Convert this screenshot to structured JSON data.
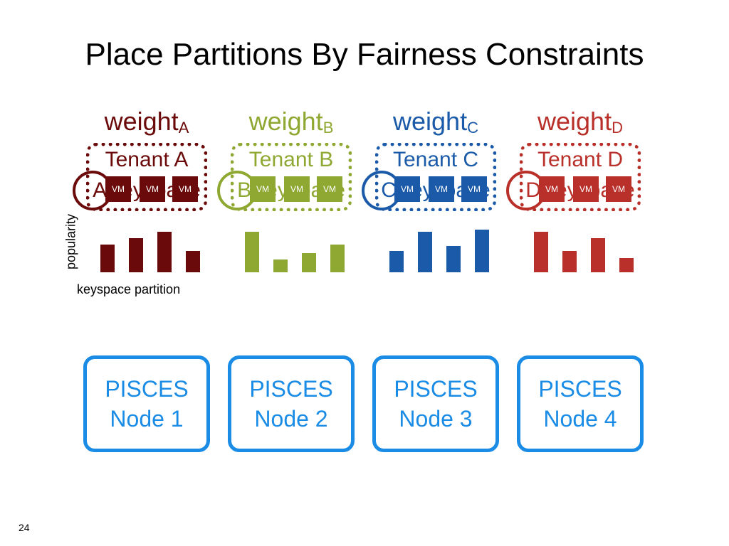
{
  "title": "Place Partitions By Fairness Constraints",
  "page_number": "24",
  "axis": {
    "y_label": "popularity",
    "x_label": "keyspace partition"
  },
  "vm_label": "VM",
  "keyspace_label": "Keyspace",
  "tenants": [
    {
      "weight_text": "weight",
      "weight_sub": "A",
      "tenant_label": "Tenant A",
      "keyspace_prefix": "A",
      "color": "#6b0a0a",
      "popularity": [
        0.65,
        0.8,
        0.95,
        0.5
      ]
    },
    {
      "weight_text": "weight",
      "weight_sub": "B",
      "tenant_label": "Tenant B",
      "keyspace_prefix": "B",
      "color": "#8fa832",
      "popularity": [
        0.95,
        0.3,
        0.45,
        0.65
      ]
    },
    {
      "weight_text": "weight",
      "weight_sub": "C",
      "tenant_label": "Tenant C",
      "keyspace_prefix": "C",
      "color": "#1a5aa8",
      "popularity": [
        0.5,
        0.95,
        0.62,
        1.0
      ]
    },
    {
      "weight_text": "weight",
      "weight_sub": "D",
      "tenant_label": "Tenant D",
      "keyspace_prefix": "D",
      "color": "#b9302a",
      "popularity": [
        0.95,
        0.5,
        0.8,
        0.33
      ]
    }
  ],
  "nodes": [
    {
      "line1": "PISCES",
      "line2": "Node 1"
    },
    {
      "line1": "PISCES",
      "line2": "Node 2"
    },
    {
      "line1": "PISCES",
      "line2": "Node 3"
    },
    {
      "line1": "PISCES",
      "line2": "Node 4"
    }
  ]
}
